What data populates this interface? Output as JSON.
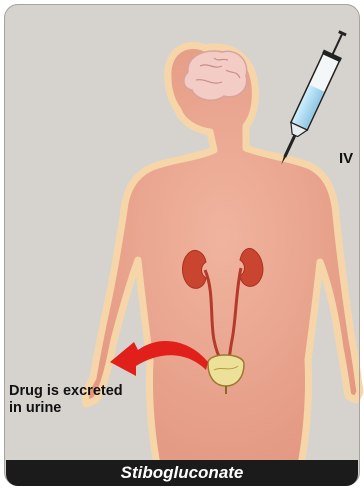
{
  "injection_label": "IV",
  "excretion_label": {
    "line1": "Drug is excreted",
    "line2": "in urine"
  },
  "footer_title": "Stibogluconate",
  "colors": {
    "background": "#d6d3cf",
    "body_fill": "#e9a88e",
    "body_glow": "#f3cfa4",
    "brain": "#f1c6c0",
    "kidney": "#c94530",
    "arrow": "#e1201c",
    "syringe_liquid": "#a9d8f0",
    "footer_bar": "#1b1b1b"
  },
  "icons": [
    "syringe-icon",
    "brain-icon",
    "kidney-icon",
    "bladder-icon",
    "curved-arrow-icon"
  ]
}
